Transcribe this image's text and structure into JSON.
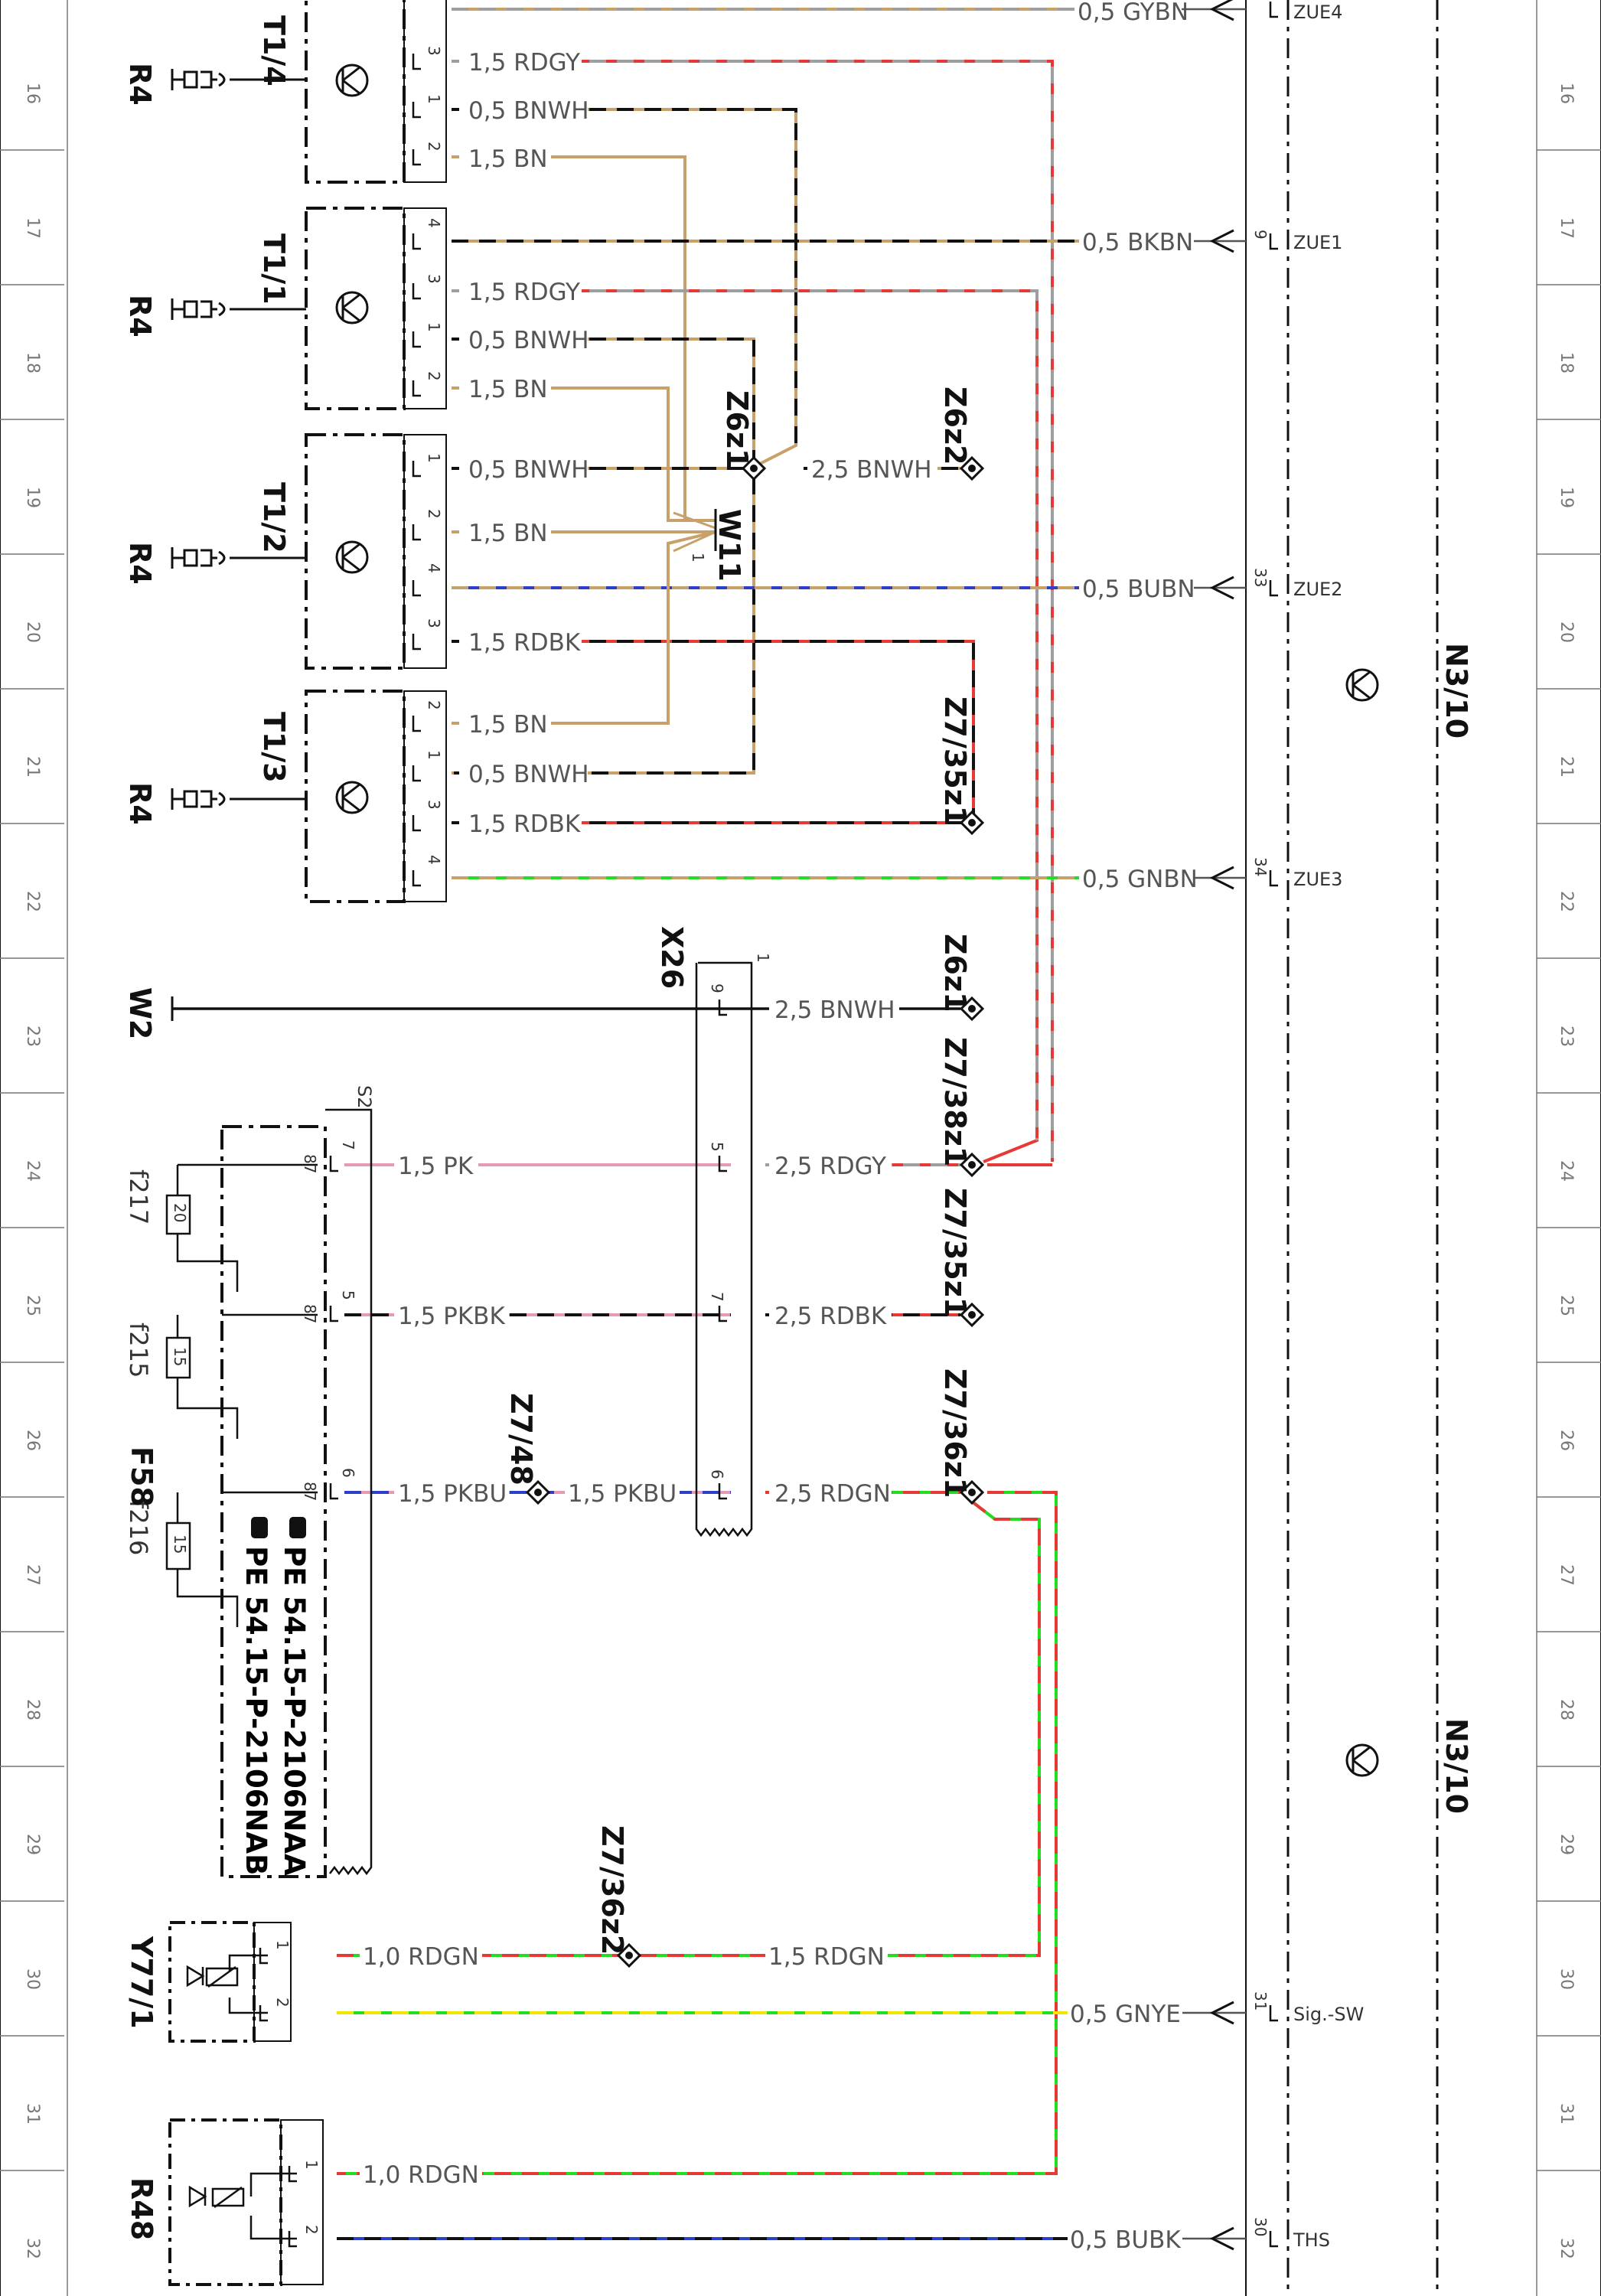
{
  "diagram": {
    "row_numbers": [
      "16",
      "17",
      "18",
      "19",
      "20",
      "21",
      "22",
      "23",
      "24",
      "25",
      "26",
      "27",
      "28",
      "29",
      "30",
      "31",
      "32"
    ],
    "components": {
      "t1_4": "T1/4",
      "t1_1": "T1/1",
      "t1_2": "T1/2",
      "t1_3": "T1/3",
      "r4": "R4",
      "w2": "W2",
      "x26": "X26",
      "s2": "S2",
      "f58": "F58",
      "f217": "f217",
      "f215": "f215",
      "f216": "f216",
      "f217_val": "20",
      "f215_val": "15",
      "f216_val": "15",
      "y77_1": "Y77/1",
      "r48": "R48",
      "n3_10": "N3/10",
      "w11": "W11"
    },
    "connectors": {
      "z6z1": "Z6z1",
      "z6z2": "Z6z2",
      "z6z1b": "Z6z1",
      "z7_35z1a": "Z7/35z1",
      "z7_38z1": "Z7/38z1",
      "z7_35z1b": "Z7/35z1",
      "z7_36z1": "Z7/36z1",
      "z7_48": "Z7/48",
      "z7_36z2": "Z7/36z2"
    },
    "wires": {
      "gybn": "0,5 GYBN",
      "t14_rdgy": "1,5 RDGY",
      "t14_bnwh": "0,5 BNWH",
      "t14_bn": "1,5 BN",
      "bkbn": "0,5 BKBN",
      "t11_rdgy": "1,5 RDGY",
      "t11_bnwh": "0,5 BNWH",
      "t11_bn": "1,5 BN",
      "t12_bnwh": "0,5 BNWH",
      "z6_bnwh": "2,5 BNWH",
      "t12_bn": "1,5 BN",
      "bubn": "0,5 BUBN",
      "t12_rdbk": "1,5 RDBK",
      "t13_bn": "1,5 BN",
      "t13_bnwh": "0,5 BNWH",
      "t13_rdbk": "1,5 RDBK",
      "gnbn": "0,5 GNBN",
      "x26_bnwh": "2,5 BNWH",
      "pk": "1,5 PK",
      "x26_rdgy": "2,5 RDGY",
      "pkbk": "1,5 PKBK",
      "x26_rdbk": "2,5 RDBK",
      "pkbu1": "1,5 PKBU",
      "pkbu2": "1,5 PKBU",
      "x26_rdgn": "2,5 RDGN",
      "y77_rdgn1": "1,0 RDGN",
      "y77_rdgn2": "1,5 RDGN",
      "gnye": "0,5 GNYE",
      "r48_rdgn": "1,0 RDGN",
      "bubk": "0,5 BUBK"
    },
    "pins": {
      "n3_9": "9",
      "n3_33": "33",
      "n3_34": "34",
      "n3_31": "31",
      "n3_30": "30",
      "x26_1": "1",
      "x26_9": "9",
      "x26_5": "5",
      "x26_7": "7",
      "x26_6": "6",
      "s2_7": "7",
      "s2_5": "5",
      "s2_6": "6",
      "f58_87a": "87",
      "f58_87b": "87",
      "f58_87c": "87",
      "w11_1": "1",
      "t14_p3": "3",
      "t14_p1": "1",
      "t14_p2": "2",
      "t11_p4": "4",
      "t11_p3": "3",
      "t11_p1": "1",
      "t11_p2": "2",
      "t12_p1": "1",
      "t12_p2": "2",
      "t12_p4": "4",
      "t12_p3": "3",
      "t13_p2": "2",
      "t13_p1": "1",
      "t13_p3": "3",
      "t13_p4": "4",
      "y77_p1": "1",
      "y77_p2": "2",
      "r48_p1": "1",
      "r48_p2": "2"
    },
    "signals": {
      "zue4": "ZUE4",
      "zue1": "ZUE1",
      "zue2": "ZUE2",
      "zue3": "ZUE3",
      "sig_sw": "Sig.-SW",
      "ths": "THS"
    },
    "references": {
      "pe1": "PE 54.15-P-2106NAA",
      "pe2": "PE 54.15-P-2106NAB"
    },
    "colors": {
      "brown": "#c8a06a",
      "red": "#e53935",
      "grey": "#9e9e9e",
      "black": "#111111",
      "blue": "#2d3fc9",
      "green": "#22dd22",
      "yellow": "#f2e600",
      "pink": "#e89ab5"
    }
  }
}
